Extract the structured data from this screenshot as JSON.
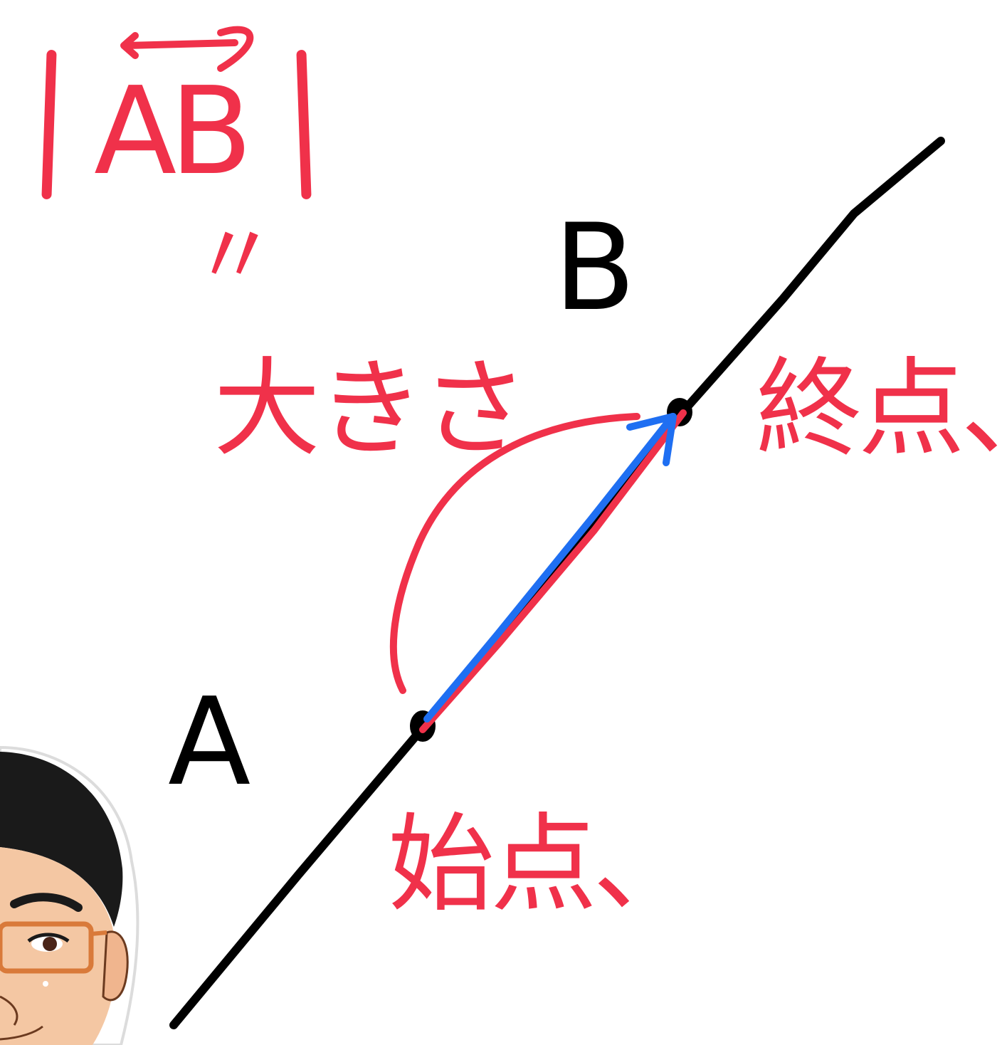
{
  "notation": {
    "vector_text": "AB",
    "bar_symbol": "|"
  },
  "points": {
    "start_label": "A",
    "end_label": "B"
  },
  "annotations": {
    "ditto_mark": "〃",
    "magnitude_word": "大きさ",
    "end_point_word": "終点、",
    "start_point_word": "始点、"
  },
  "colors": {
    "ink_black": "#000000",
    "ink_red": "#f0314a",
    "ink_blue": "#1f6ff2",
    "background": "#ffffff",
    "skin": "#f4c7a3",
    "hair": "#1a1a1a",
    "glasses": "#d97a3a"
  },
  "icons": {
    "avatar": "teacher-avatar"
  }
}
